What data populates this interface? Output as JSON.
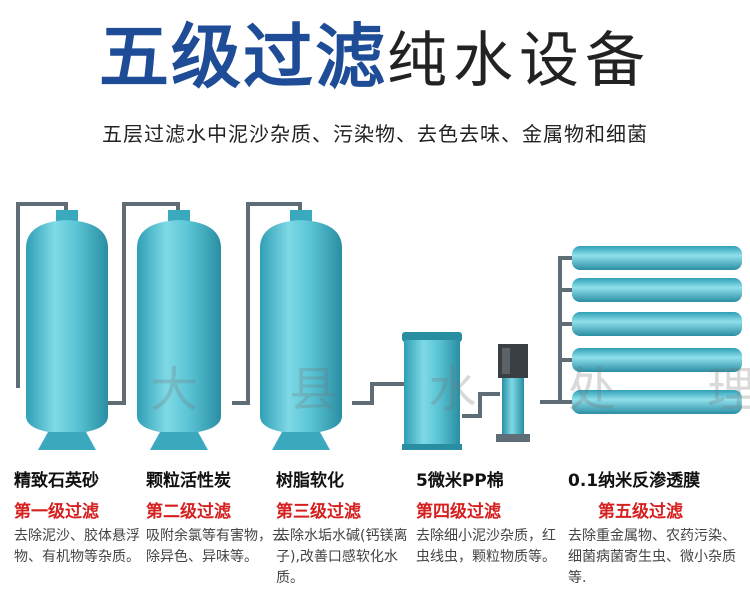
{
  "title": {
    "bold": "五级过滤",
    "regular": "纯水设备"
  },
  "subtitle": "五层过滤水中泥沙杂质、污染物、去色去味、金属物和细菌",
  "watermark": "大 县 水 处 理 科 技",
  "colors": {
    "title_blue": "#1e4c96",
    "stage_red": "#d61f1f",
    "tank": "#5cc6d6",
    "pipe": "#5f6d76"
  },
  "stages": [
    {
      "name": "精致石英砂",
      "stage": "第一级过滤",
      "desc": "去除泥沙、胶体悬浮物、有机物等杂质。"
    },
    {
      "name": "颗粒活性炭",
      "stage": "第二级过滤",
      "desc": "吸附余氯等有害物，去除异色、异味等。"
    },
    {
      "name": "树脂软化",
      "stage": "第三级过滤",
      "desc": "去除水垢水碱(钙镁离子),改善口感软化水质。"
    },
    {
      "name": "5微米PP棉",
      "stage": "第四级过滤",
      "desc": "去除细小泥沙杂质，红虫线虫，颗粒物质等。"
    },
    {
      "name": "0.1纳米反渗透膜",
      "stage": "第五级过滤",
      "desc": "去除重金属物、农药污染、细菌病菌寄生虫、微小杂质等."
    }
  ]
}
